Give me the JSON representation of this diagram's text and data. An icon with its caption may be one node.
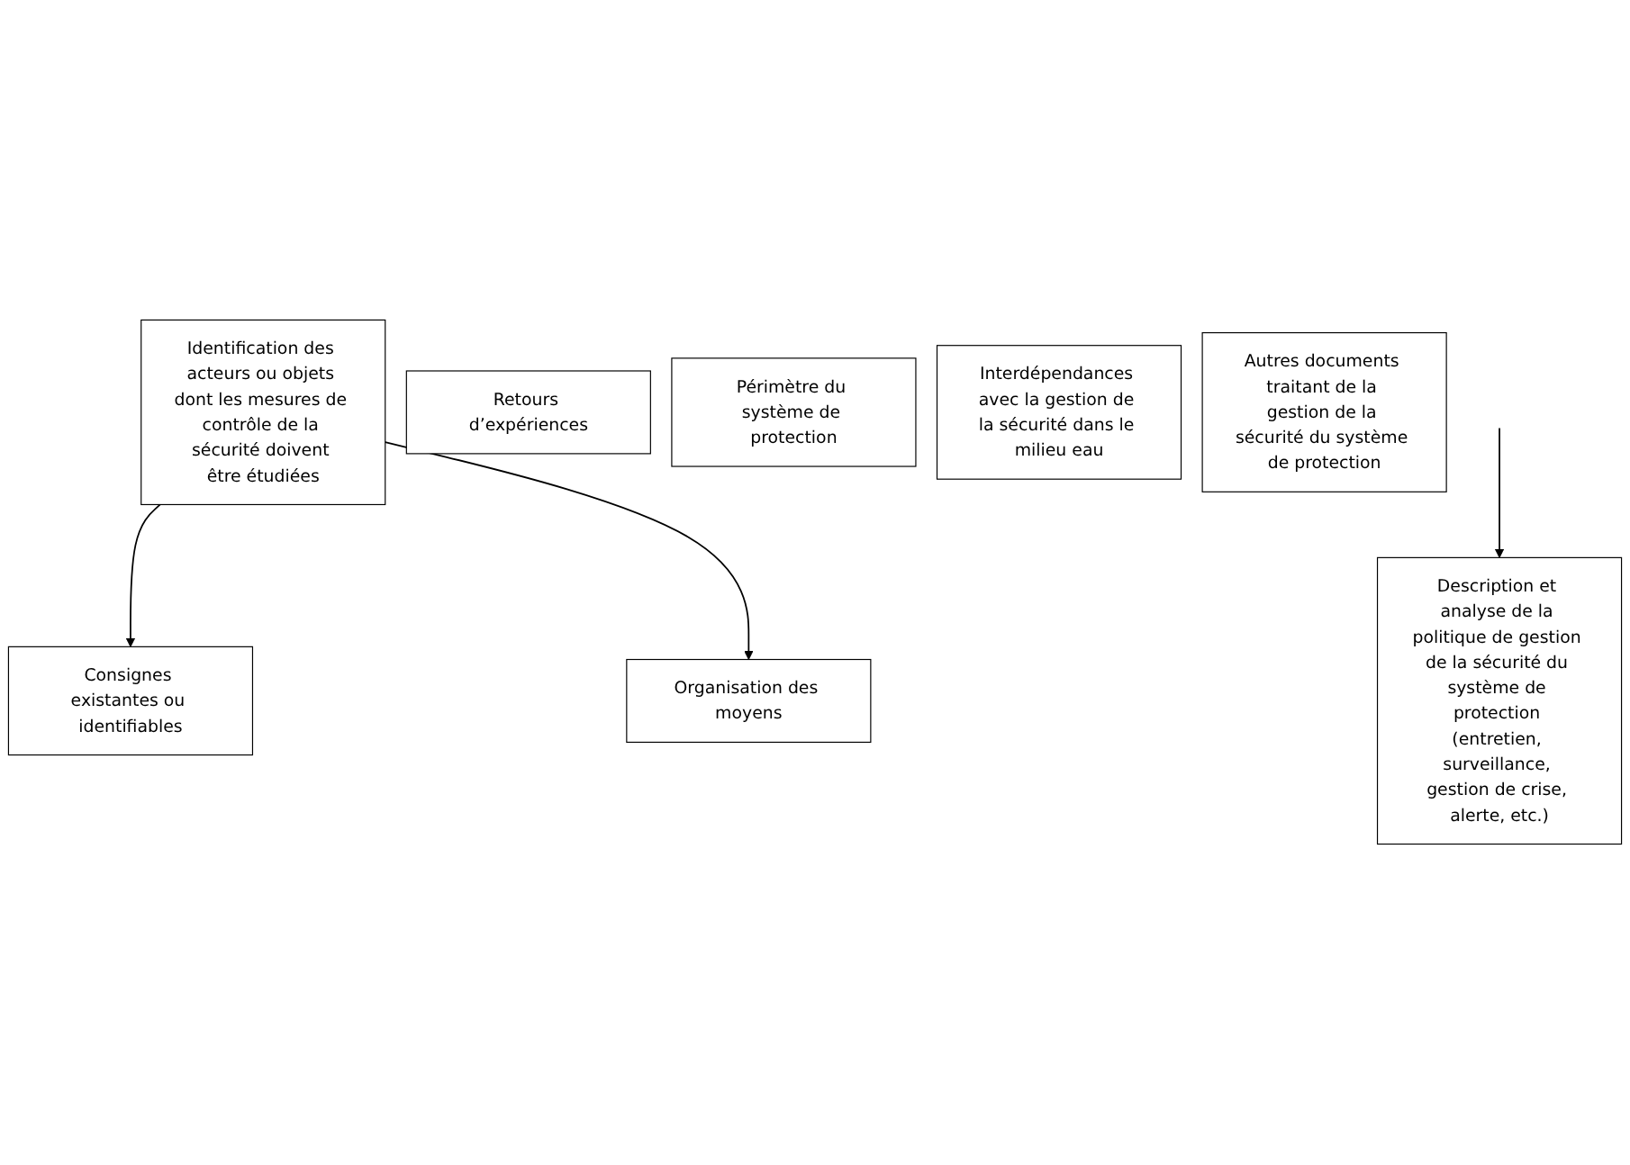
{
  "diagram": {
    "nodes": [
      {
        "text": [
          "Identification des acteurs ou objets dont les mesures de contrôle de la sécurité doivent être étudiées"
        ]
      },
      {
        "text": [
          "Retours d’expériences"
        ]
      },
      {
        "text": [
          "Périmètre du système de protection"
        ]
      },
      {
        "text": [
          "Consignes existantes ou identifiables"
        ]
      },
      {
        "text": [
          "Organisation des moyens"
        ]
      },
      {
        "text": [
          "Interdépendances avec la gestion de la sécurité dans le milieu eau"
        ]
      },
      {
        "text": [
          "Autres documents traitant de la gestion de la sécurité du système de protection"
        ]
      },
      {
        "text": [
          "Description et analyse de la politique de gestion de la sécurité du système de protection (entretien, surveillance, gestion de crise, alerte, etc.)"
        ]
      }
    ],
    "edges": [
      {
        "from": 0,
        "to": 3,
        "arrow": "to"
      },
      {
        "from": 0,
        "to": 4,
        "arrow": "to"
      },
      {
        "from": null,
        "to": 7,
        "arrow": "to"
      }
    ]
  }
}
